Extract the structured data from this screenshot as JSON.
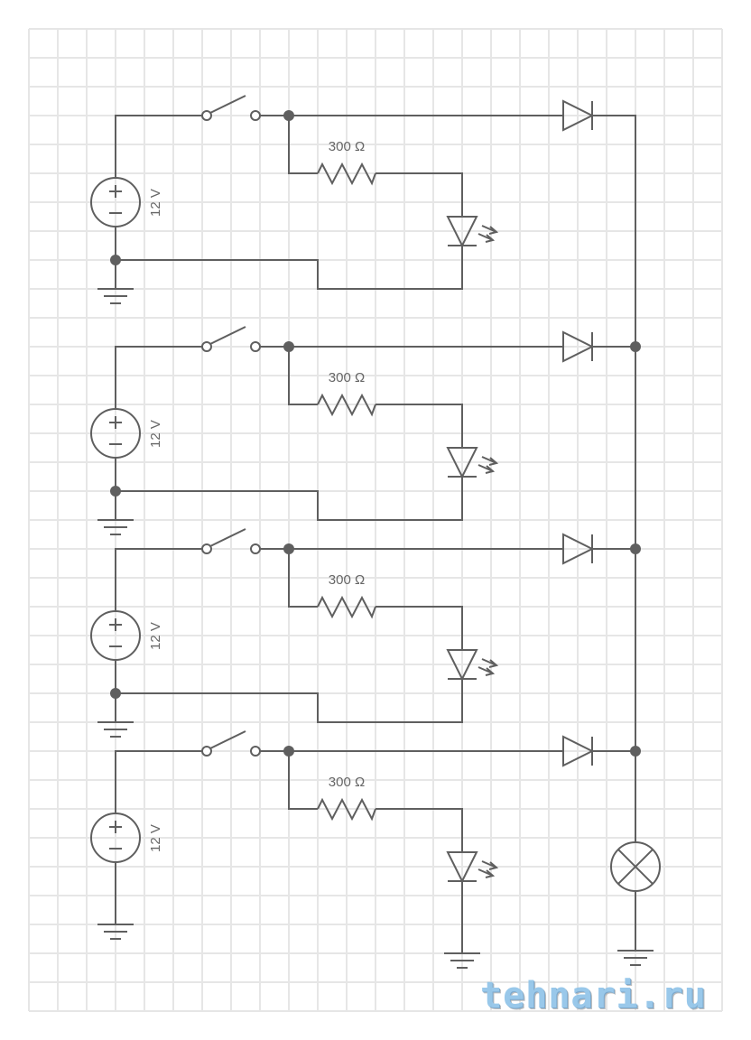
{
  "diagram": {
    "title": "Four switched 12 V sources with indicator LEDs OR-ed through diodes to a lamp",
    "grid": {
      "color": "#e6e6e6"
    },
    "wire_color": "#5f5f5f",
    "branches": [
      {
        "id": 1,
        "source_label": "12 V",
        "resistor_label": "300 Ω",
        "led_to_own_ground": false,
        "has_source_ground_node": true
      },
      {
        "id": 2,
        "source_label": "12 V",
        "resistor_label": "300 Ω",
        "led_to_own_ground": false,
        "has_source_ground_node": true
      },
      {
        "id": 3,
        "source_label": "12 V",
        "resistor_label": "300 Ω",
        "led_to_own_ground": false,
        "has_source_ground_node": true
      },
      {
        "id": 4,
        "source_label": "12 V",
        "resistor_label": "300 Ω",
        "led_to_own_ground": true,
        "has_source_ground_node": false
      }
    ],
    "components": {
      "source": "dc-voltage-source",
      "switch": "spst-switch-open",
      "resistor": "resistor",
      "led": "light-emitting-diode",
      "diode": "diode",
      "lamp": "lamp",
      "ground": "ground"
    },
    "watermark": "tehnari.ru"
  }
}
